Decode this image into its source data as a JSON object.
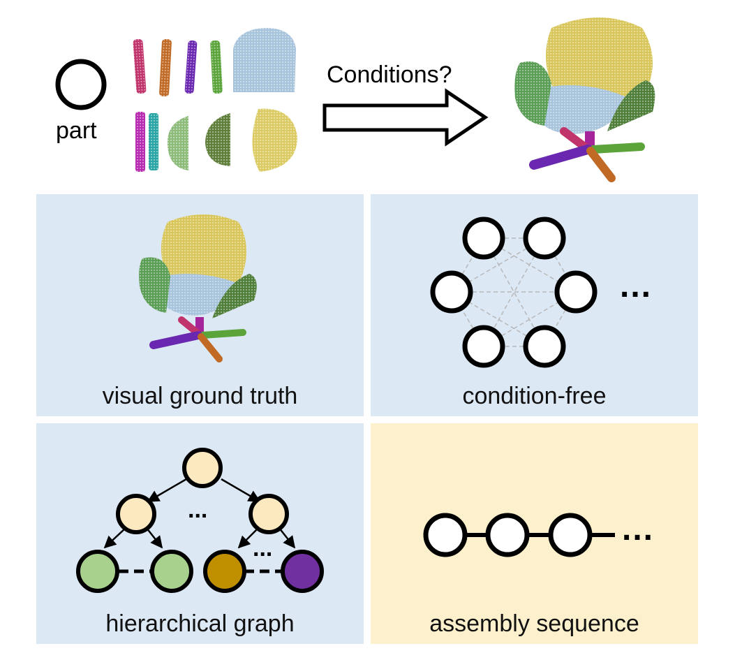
{
  "top": {
    "part_label": "part",
    "arrow_label": "Conditions?"
  },
  "panels": {
    "visual": {
      "label": "visual ground truth"
    },
    "condition_free": {
      "label": "condition-free",
      "ellipsis": "..."
    },
    "hierarchical": {
      "label": "hierarchical graph",
      "ellipsis_top": "...",
      "ellipsis_bottom": "..."
    },
    "sequence": {
      "label": "assembly sequence",
      "ellipsis": "..."
    }
  },
  "colors": {
    "panel_blue": "#dde8f5",
    "panel_yellow": "#fdf0cc",
    "node_cream": "#fde9c0",
    "node_green": "#a9d18e",
    "node_brown": "#bf8f00",
    "node_purple": "#7030a0",
    "seat_yellow": "#d9c65a",
    "seat_blue": "#a8c4dc",
    "arm_green": "#5a9e55",
    "arm_darkgreen": "#4f7f3a"
  }
}
